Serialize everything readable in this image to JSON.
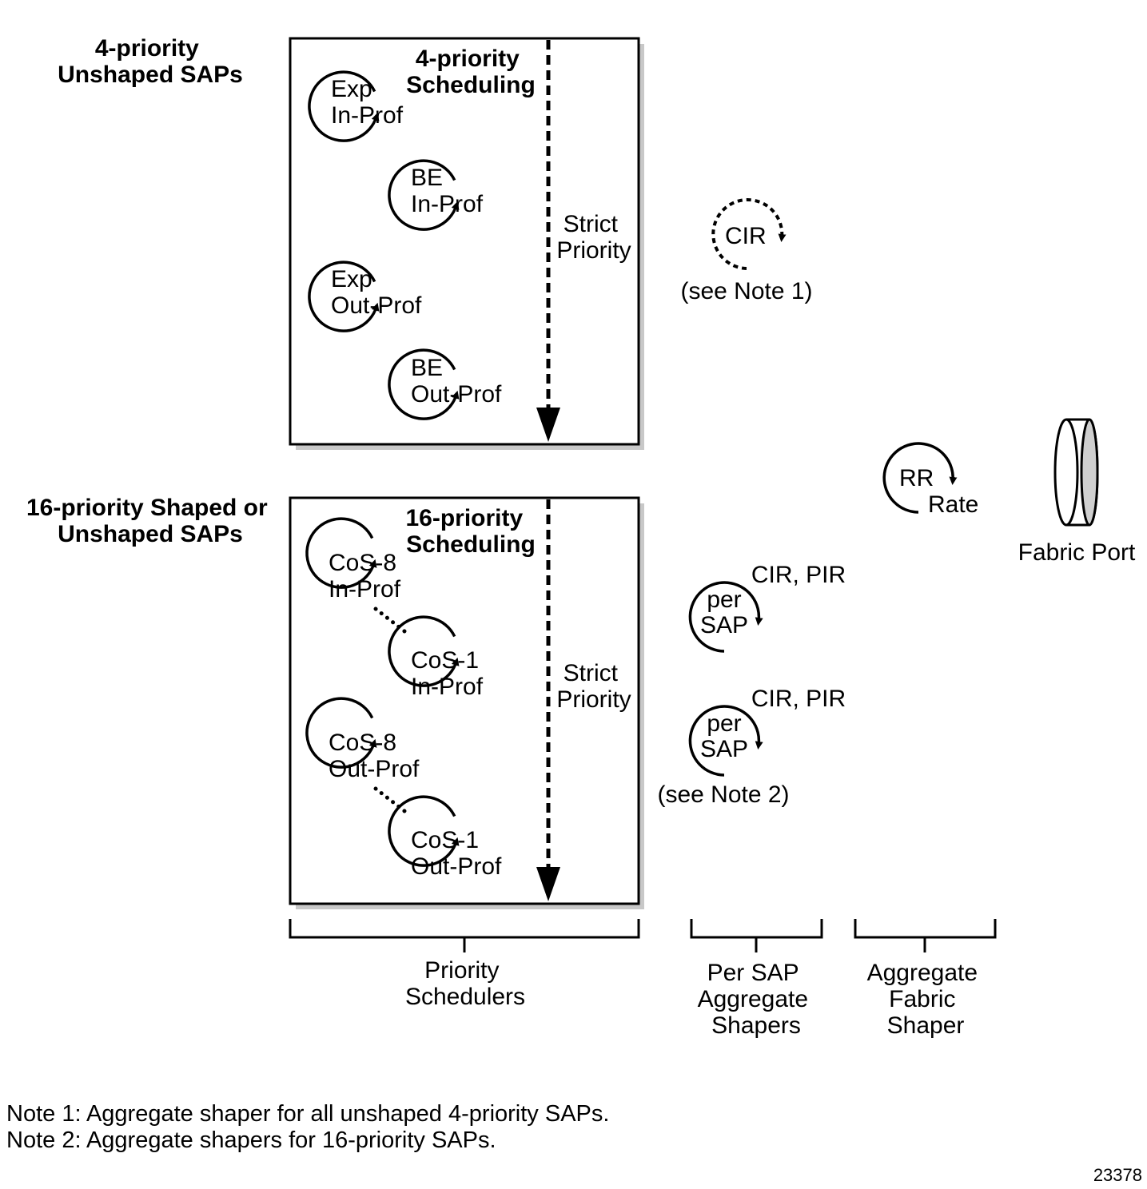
{
  "group_labels": {
    "four_priority": [
      "4-priority",
      "Unshaped SAPs"
    ],
    "sixteen_priority": [
      "16-priority Shaped or",
      "Unshaped SAPs"
    ]
  },
  "box_top": {
    "title": [
      "4-priority",
      "Scheduling"
    ],
    "axis_label": [
      "Strict",
      "Priority"
    ],
    "schedulers": [
      [
        "Exp",
        "In-Prof"
      ],
      [
        "BE",
        "In-Prof"
      ],
      [
        "Exp",
        "Out-Prof"
      ],
      [
        "BE",
        "Out-Prof"
      ]
    ]
  },
  "box_bottom": {
    "title": [
      "16-priority",
      "Scheduling"
    ],
    "axis_label": [
      "Strict",
      "Priority"
    ],
    "schedulers": [
      [
        "CoS-8",
        "In-Prof"
      ],
      [
        "CoS-1",
        "In-Prof"
      ],
      [
        "CoS-8",
        "Out-Prof"
      ],
      [
        "CoS-1",
        "Out-Prof"
      ]
    ]
  },
  "cir_shaper": {
    "label": "CIR",
    "note": "(see Note 1)"
  },
  "per_sap_shapers": [
    {
      "label": [
        "per",
        "SAP"
      ],
      "rate": "CIR, PIR"
    },
    {
      "label": [
        "per",
        "SAP"
      ],
      "rate": "CIR, PIR",
      "note": "(see Note 2)"
    }
  ],
  "fabric_shaper": {
    "label": "RR",
    "rate": "Rate"
  },
  "fabric_port": {
    "label": "Fabric Port"
  },
  "brackets": {
    "priority": [
      "Priority",
      "Schedulers"
    ],
    "per_sap": [
      "Per SAP",
      "Aggregate",
      "Shapers"
    ],
    "fabric": [
      "Aggregate",
      "Fabric",
      "Shaper"
    ]
  },
  "notes": [
    "Note 1: Aggregate shaper for all unshaped 4-priority SAPs.",
    "Note 2: Aggregate shapers for 16-priority SAPs."
  ],
  "figure_id": "23378"
}
